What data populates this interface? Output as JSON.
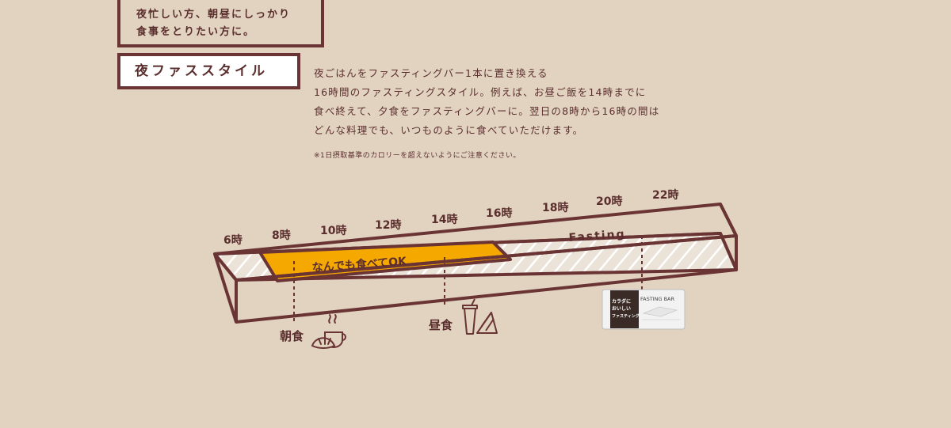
{
  "header": {
    "target_line1": "夜忙しい方、朝昼にしっかり",
    "target_line2": "食事をとりたい方に。",
    "style_title": "夜ファススタイル"
  },
  "description": {
    "lines": [
      "夜ごはんをファスティングバー1本に置き換える",
      "16時間のファスティングスタイル。例えば、お昼ご飯を14時までに",
      "食べ終えて、夕食をファスティングバーに。翌日の8時から16時の間は",
      "どんな料理でも、いつものように食べていただけます。"
    ],
    "note": "※1日摂取基準のカロリーを超えないようにご注意ください。"
  },
  "timeline": {
    "hours": [
      "6時",
      "8時",
      "10時",
      "12時",
      "14時",
      "16時",
      "18時",
      "20時",
      "22時"
    ],
    "eating_window_label": "なんでも食べてOK",
    "fasting_label": "Fasting",
    "eating_start_hour": 8,
    "eating_end_hour": 16,
    "eat_color": "#f5a800",
    "frame_color": "#6a3434",
    "meals": [
      {
        "label": "朝食",
        "hour": 8
      },
      {
        "label": "昼食",
        "hour": 14
      }
    ],
    "product": {
      "hour": 21,
      "brand_label": "FASTING BAR",
      "name_line1": "カラダに",
      "name_line2": "おいしい",
      "name_line3": "ファスティング"
    }
  }
}
